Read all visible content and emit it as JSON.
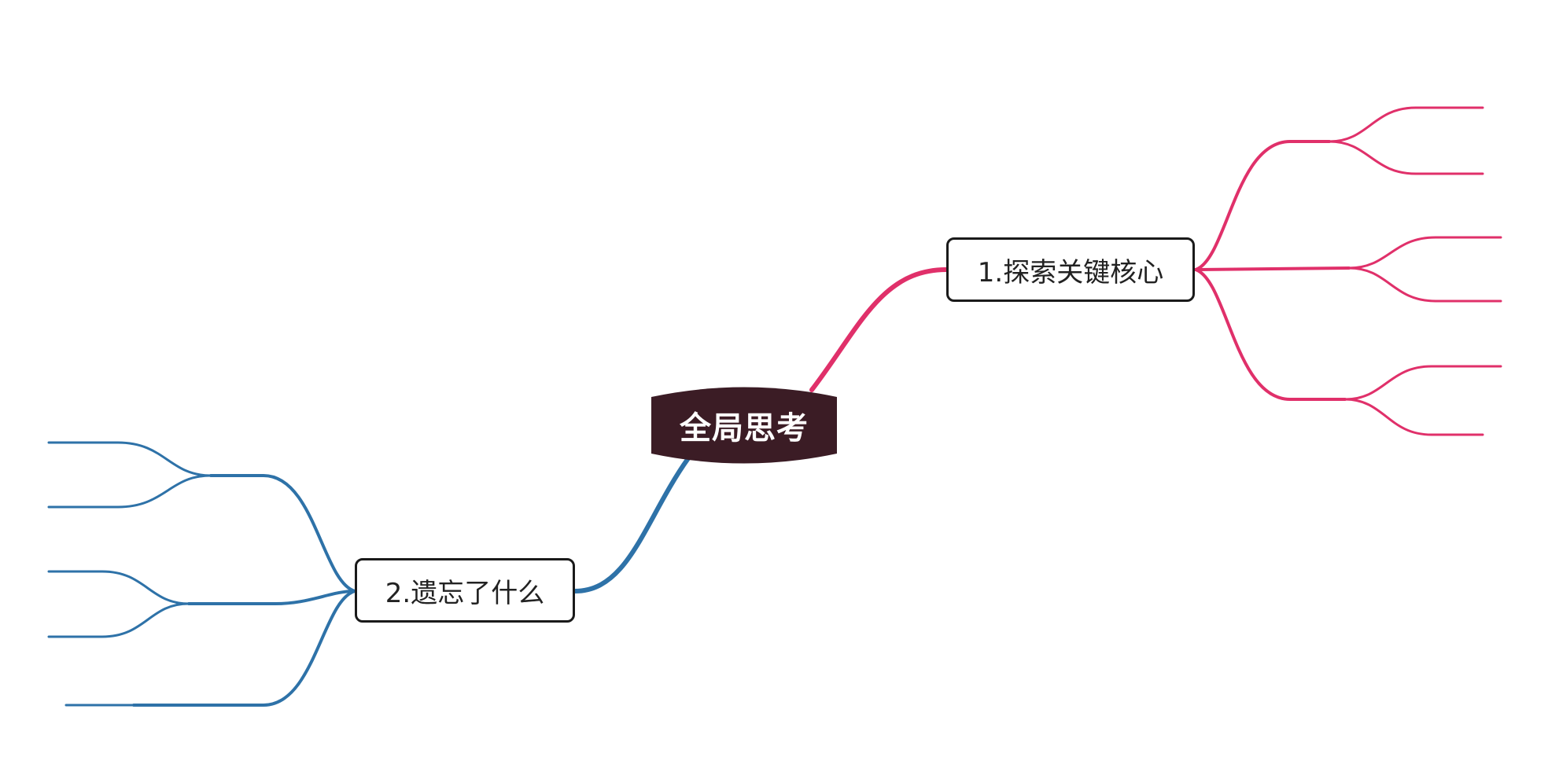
{
  "colors": {
    "background": "#ffffff",
    "root_fill": "#3b1c25",
    "root_text": "#ffffff",
    "node_border": "#1a1a1a",
    "branch_right": "#e0306a",
    "branch_left": "#2e72a8"
  },
  "root": {
    "label": "全局思考"
  },
  "branches": [
    {
      "label": "1.探索关键核心",
      "side": "right",
      "color": "#e0306a",
      "children": [
        {
          "label": "",
          "children": [
            {
              "label": ""
            },
            {
              "label": ""
            }
          ]
        },
        {
          "label": "",
          "children": [
            {
              "label": ""
            },
            {
              "label": ""
            }
          ]
        },
        {
          "label": "",
          "children": [
            {
              "label": ""
            },
            {
              "label": ""
            }
          ]
        }
      ]
    },
    {
      "label": "2.遗忘了什么",
      "side": "left",
      "color": "#2e72a8",
      "children": [
        {
          "label": "",
          "children": [
            {
              "label": ""
            },
            {
              "label": ""
            }
          ]
        },
        {
          "label": "",
          "children": [
            {
              "label": ""
            },
            {
              "label": ""
            }
          ]
        },
        {
          "label": "",
          "children": []
        }
      ]
    }
  ]
}
